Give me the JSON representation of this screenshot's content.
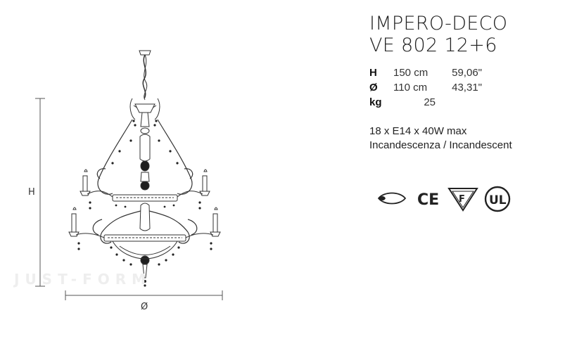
{
  "product": {
    "name": "IMPERO-DECO",
    "code": "VE 802 12+6"
  },
  "specs": {
    "height": {
      "key": "H",
      "cm": "150 cm",
      "inch": "59,06\""
    },
    "diameter": {
      "key": "Ø",
      "cm": "110 cm",
      "inch": "43,31\""
    },
    "weight": {
      "key": "kg",
      "value": "25"
    }
  },
  "electrical": {
    "bulbs": "18 x E14 x 40W max",
    "type": "Incandescenza / Incandescent"
  },
  "dimension_labels": {
    "height": "H",
    "diameter": "Ø"
  },
  "watermark": "JUST-FORM",
  "certifications": {
    "ce": "CE",
    "f": "F",
    "ul": "UL",
    "icons": [
      "lamp-eye-icon",
      "ce-mark-icon",
      "f-triangle-icon",
      "ul-mark-icon"
    ]
  },
  "colors": {
    "line": "#555555",
    "text": "#2b2b2b",
    "accent_dark": "#111111"
  }
}
